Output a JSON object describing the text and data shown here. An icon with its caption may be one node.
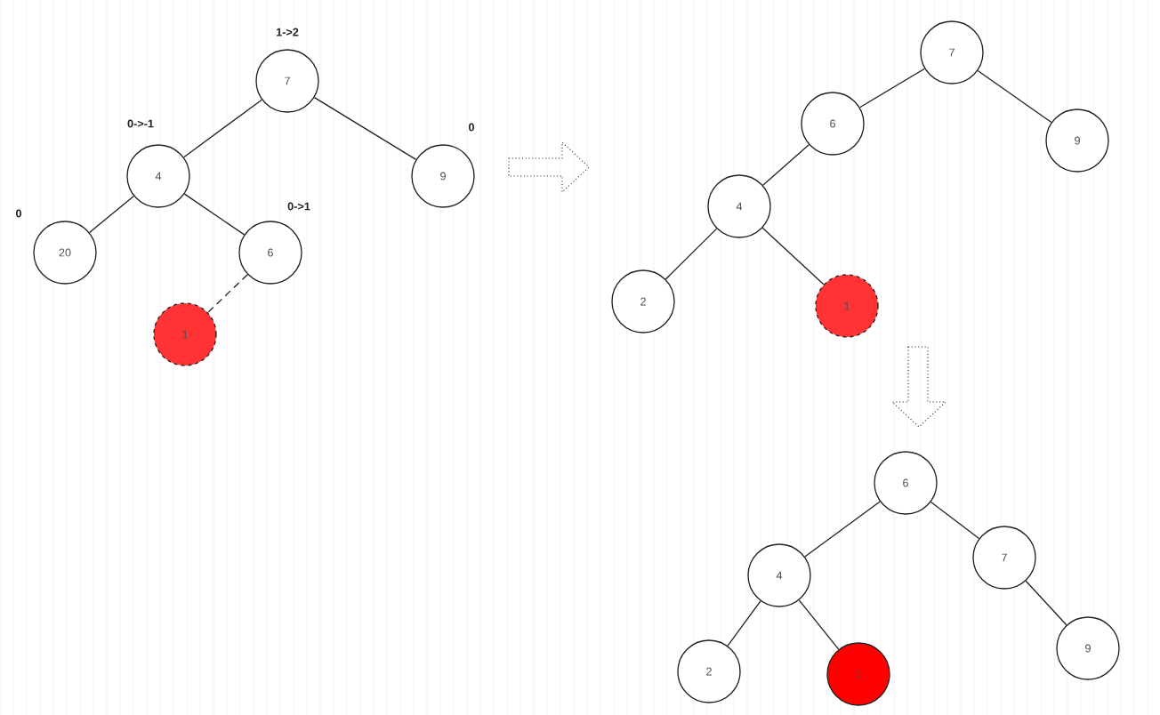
{
  "diagram": {
    "nodes": [
      {
        "text": [
          "7"
        ],
        "beside": [
          "1->2"
        ]
      },
      {
        "text": [
          "4"
        ],
        "beside": [
          "0->-1"
        ]
      },
      {
        "text": [
          "9"
        ],
        "beside": [
          "0"
        ]
      },
      {
        "text": [
          "20"
        ],
        "beside": [
          "0"
        ]
      },
      {
        "text": [
          "6"
        ],
        "beside": [
          "0->1"
        ]
      },
      {
        "text": [
          "1"
        ]
      },
      {
        "text": [
          "7"
        ]
      },
      {
        "text": [
          "6"
        ]
      },
      {
        "text": [
          "9"
        ]
      },
      {
        "text": [
          "4"
        ]
      },
      {
        "text": [
          "2"
        ]
      },
      {
        "text": [
          "1"
        ]
      },
      {
        "text": [
          "6"
        ]
      },
      {
        "text": [
          "4"
        ]
      },
      {
        "text": [
          "7"
        ]
      },
      {
        "text": [
          "2"
        ]
      },
      {
        "text": [
          "1"
        ]
      },
      {
        "text": [
          "9"
        ]
      }
    ],
    "edges": [
      {
        "from": 0,
        "to": 1,
        "arrow": "none"
      },
      {
        "from": 0,
        "to": 2,
        "arrow": "none"
      },
      {
        "from": 1,
        "to": 3,
        "arrow": "none"
      },
      {
        "from": 1,
        "to": 4,
        "arrow": "none"
      },
      {
        "from": 4,
        "to": 5,
        "arrow": "none",
        "style": "dashed"
      },
      {
        "from": 6,
        "to": 7,
        "arrow": "none"
      },
      {
        "from": 6,
        "to": 8,
        "arrow": "none"
      },
      {
        "from": 7,
        "to": 9,
        "arrow": "none"
      },
      {
        "from": 9,
        "to": 10,
        "arrow": "none"
      },
      {
        "from": 9,
        "to": 11,
        "arrow": "none"
      },
      {
        "from": 12,
        "to": 13,
        "arrow": "none"
      },
      {
        "from": 12,
        "to": 14,
        "arrow": "none"
      },
      {
        "from": 13,
        "to": 15,
        "arrow": "none"
      },
      {
        "from": 13,
        "to": 16,
        "arrow": "none"
      },
      {
        "from": 14,
        "to": 17,
        "arrow": "none"
      }
    ]
  }
}
